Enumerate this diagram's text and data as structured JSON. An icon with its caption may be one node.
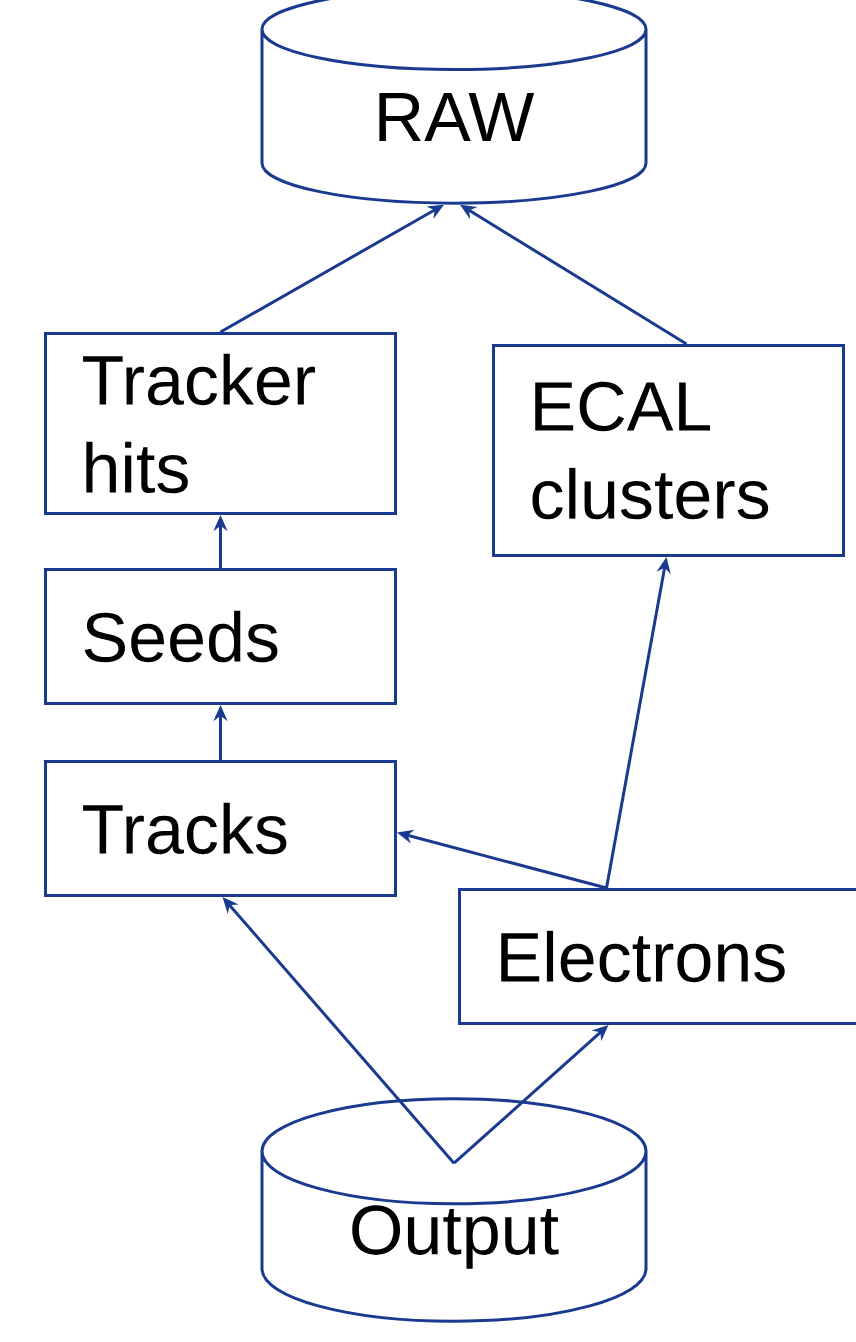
{
  "diagram": {
    "nodes": [
      {
        "text": [
          "RAW"
        ]
      },
      {
        "text": [
          "Tracker hits"
        ]
      },
      {
        "text": [
          "ECAL clusters"
        ]
      },
      {
        "text": [
          "Seeds"
        ]
      },
      {
        "text": [
          "Tracks"
        ]
      },
      {
        "text": [
          "Electrons"
        ]
      },
      {
        "text": [
          "Output"
        ]
      }
    ],
    "edges": [
      {
        "from": 1,
        "to": 0,
        "arrow": "to"
      },
      {
        "from": 2,
        "to": 0,
        "arrow": "to"
      },
      {
        "from": 3,
        "to": 1,
        "arrow": "to"
      },
      {
        "from": 4,
        "to": 3,
        "arrow": "to"
      },
      {
        "from": 5,
        "to": 4,
        "arrow": "to"
      },
      {
        "from": 5,
        "to": 2,
        "arrow": "to"
      },
      {
        "from": 6,
        "to": 4,
        "arrow": "to"
      },
      {
        "from": 6,
        "to": 5,
        "arrow": "to"
      }
    ]
  }
}
